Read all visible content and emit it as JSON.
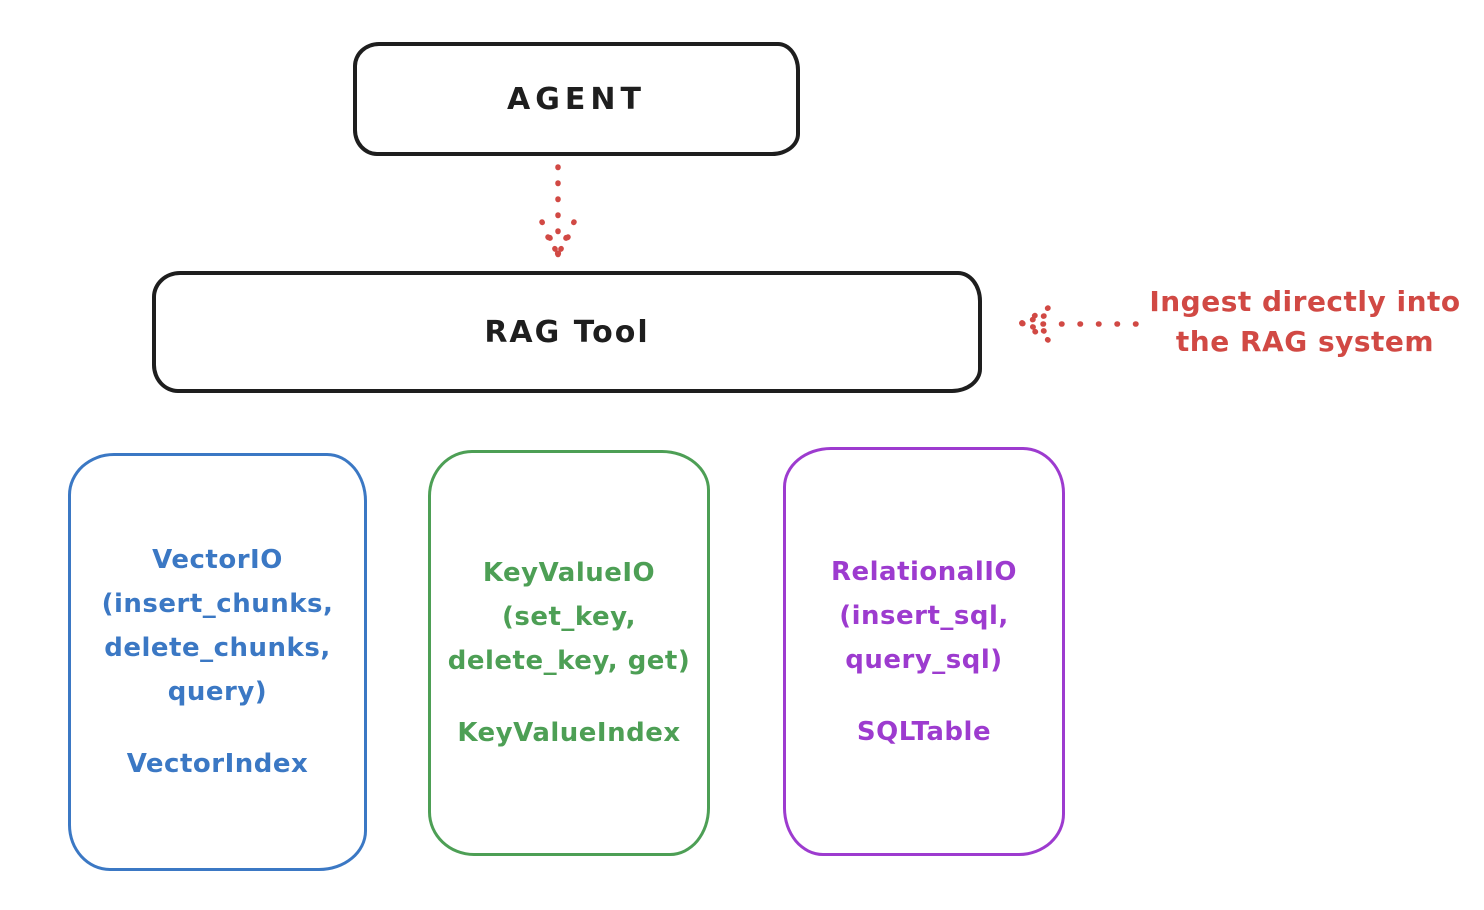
{
  "canvas": {
    "background_color": "#ffffff"
  },
  "agent_box": {
    "label": "AGENT",
    "border_color": "#1e1e1e"
  },
  "rag_box": {
    "label": "RAG Tool",
    "border_color": "#1e1e1e"
  },
  "flow_arrow": {
    "description": "dotted arrow from AGENT down to RAG Tool",
    "color": "#d14944",
    "style": "dotted",
    "direction": "down"
  },
  "annotation": {
    "line1": "Ingest directly into",
    "line2": "the RAG system",
    "color": "#d14944",
    "arrow_direction": "left",
    "arrow_style": "dotted"
  },
  "storage_boxes": [
    {
      "id": "vector",
      "color": "#3b78c4",
      "lines": [
        "VectorIO",
        "(insert_chunks,",
        "delete_chunks,",
        "query)"
      ],
      "index_label": "VectorIndex"
    },
    {
      "id": "keyvalue",
      "color": "#4d9f55",
      "lines": [
        "KeyValueIO",
        "(set_key,",
        "delete_key, get)"
      ],
      "index_label": "KeyValueIndex"
    },
    {
      "id": "relational",
      "color": "#9d3bcf",
      "lines": [
        "RelationalIO",
        "(insert_sql,",
        "query_sql)"
      ],
      "index_label": "SQLTable"
    }
  ]
}
